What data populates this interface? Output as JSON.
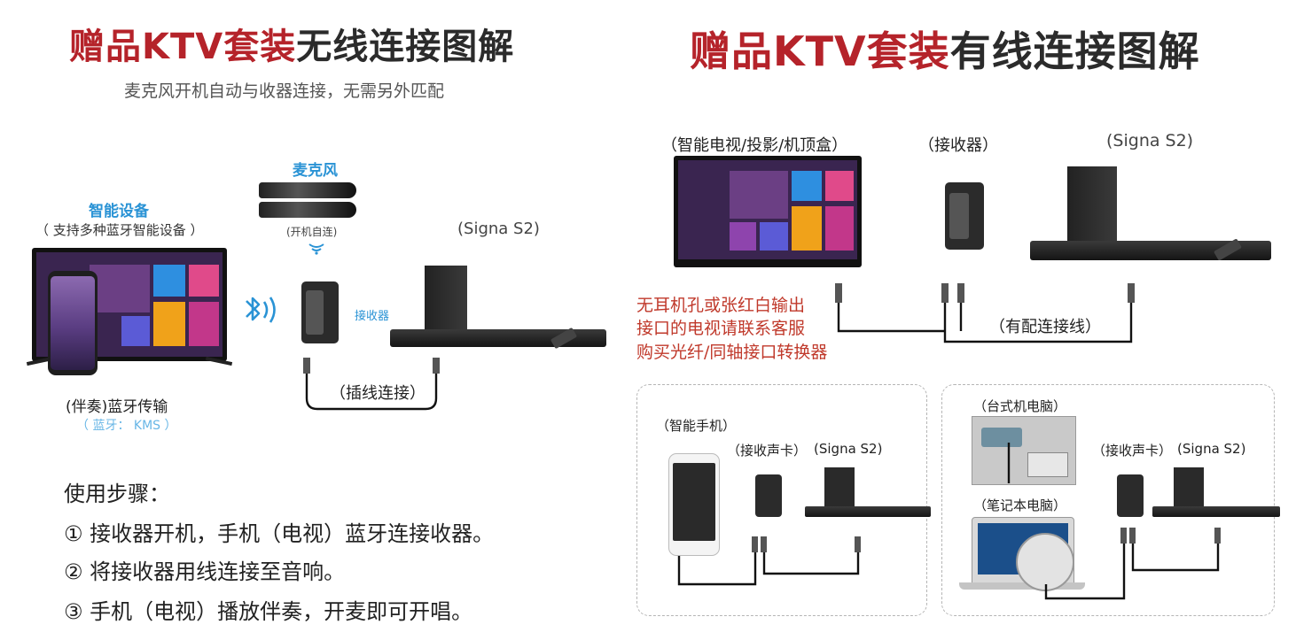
{
  "left": {
    "title_red": "赠品KTV套装",
    "title_dark": "无线连接图解",
    "subtitle": "麦克风开机自动与收器连接，无需另外匹配",
    "device_label": "智能设备",
    "device_note": "（ 支持多种蓝牙智能设备 ）",
    "mic_label": "麦克风",
    "mic_note": "(开机自连)",
    "receiver_label": "接收器",
    "speaker_label": "(Signa S2)",
    "cable_label": "（插线连接）",
    "bluetooth_label": "(伴奏)蓝牙传输",
    "bluetooth_name": "（ 蓝牙： KMS ）",
    "steps_title": "使用步骤：",
    "steps": [
      "① 接收器开机，手机（电视）蓝牙连接收器。",
      "② 将接收器用线连接至音响。",
      "③ 手机（电视）播放伴奏，开麦即可开唱。"
    ]
  },
  "right": {
    "title_red": "赠品KTV套装",
    "title_dark": "有线连接图解",
    "tv_label": "（智能电视/投影/机顶盒）",
    "receiver_label": "（接收器）",
    "speaker_label": "(Signa S2)",
    "cable_label": "（有配连接线）",
    "note_lines": [
      "无耳机孔或张红白输出",
      "接口的电视请联系客服",
      "购买光纤/同轴接口转换器"
    ],
    "panel1": {
      "phone_label": "（智能手机）",
      "card_label": "（接收声卡）",
      "speaker_label": "(Signa S2)"
    },
    "panel2": {
      "desktop_label": "（台式机电脑）",
      "laptop_label": "（笔记本电脑）",
      "card_label": "（接收声卡）",
      "speaker_label": "(Signa S2)"
    }
  },
  "colors": {
    "title_red": "#b5232a",
    "title_dark": "#2b2b2b",
    "label_blue": "#2a93d5",
    "note_red": "#c0392b"
  }
}
